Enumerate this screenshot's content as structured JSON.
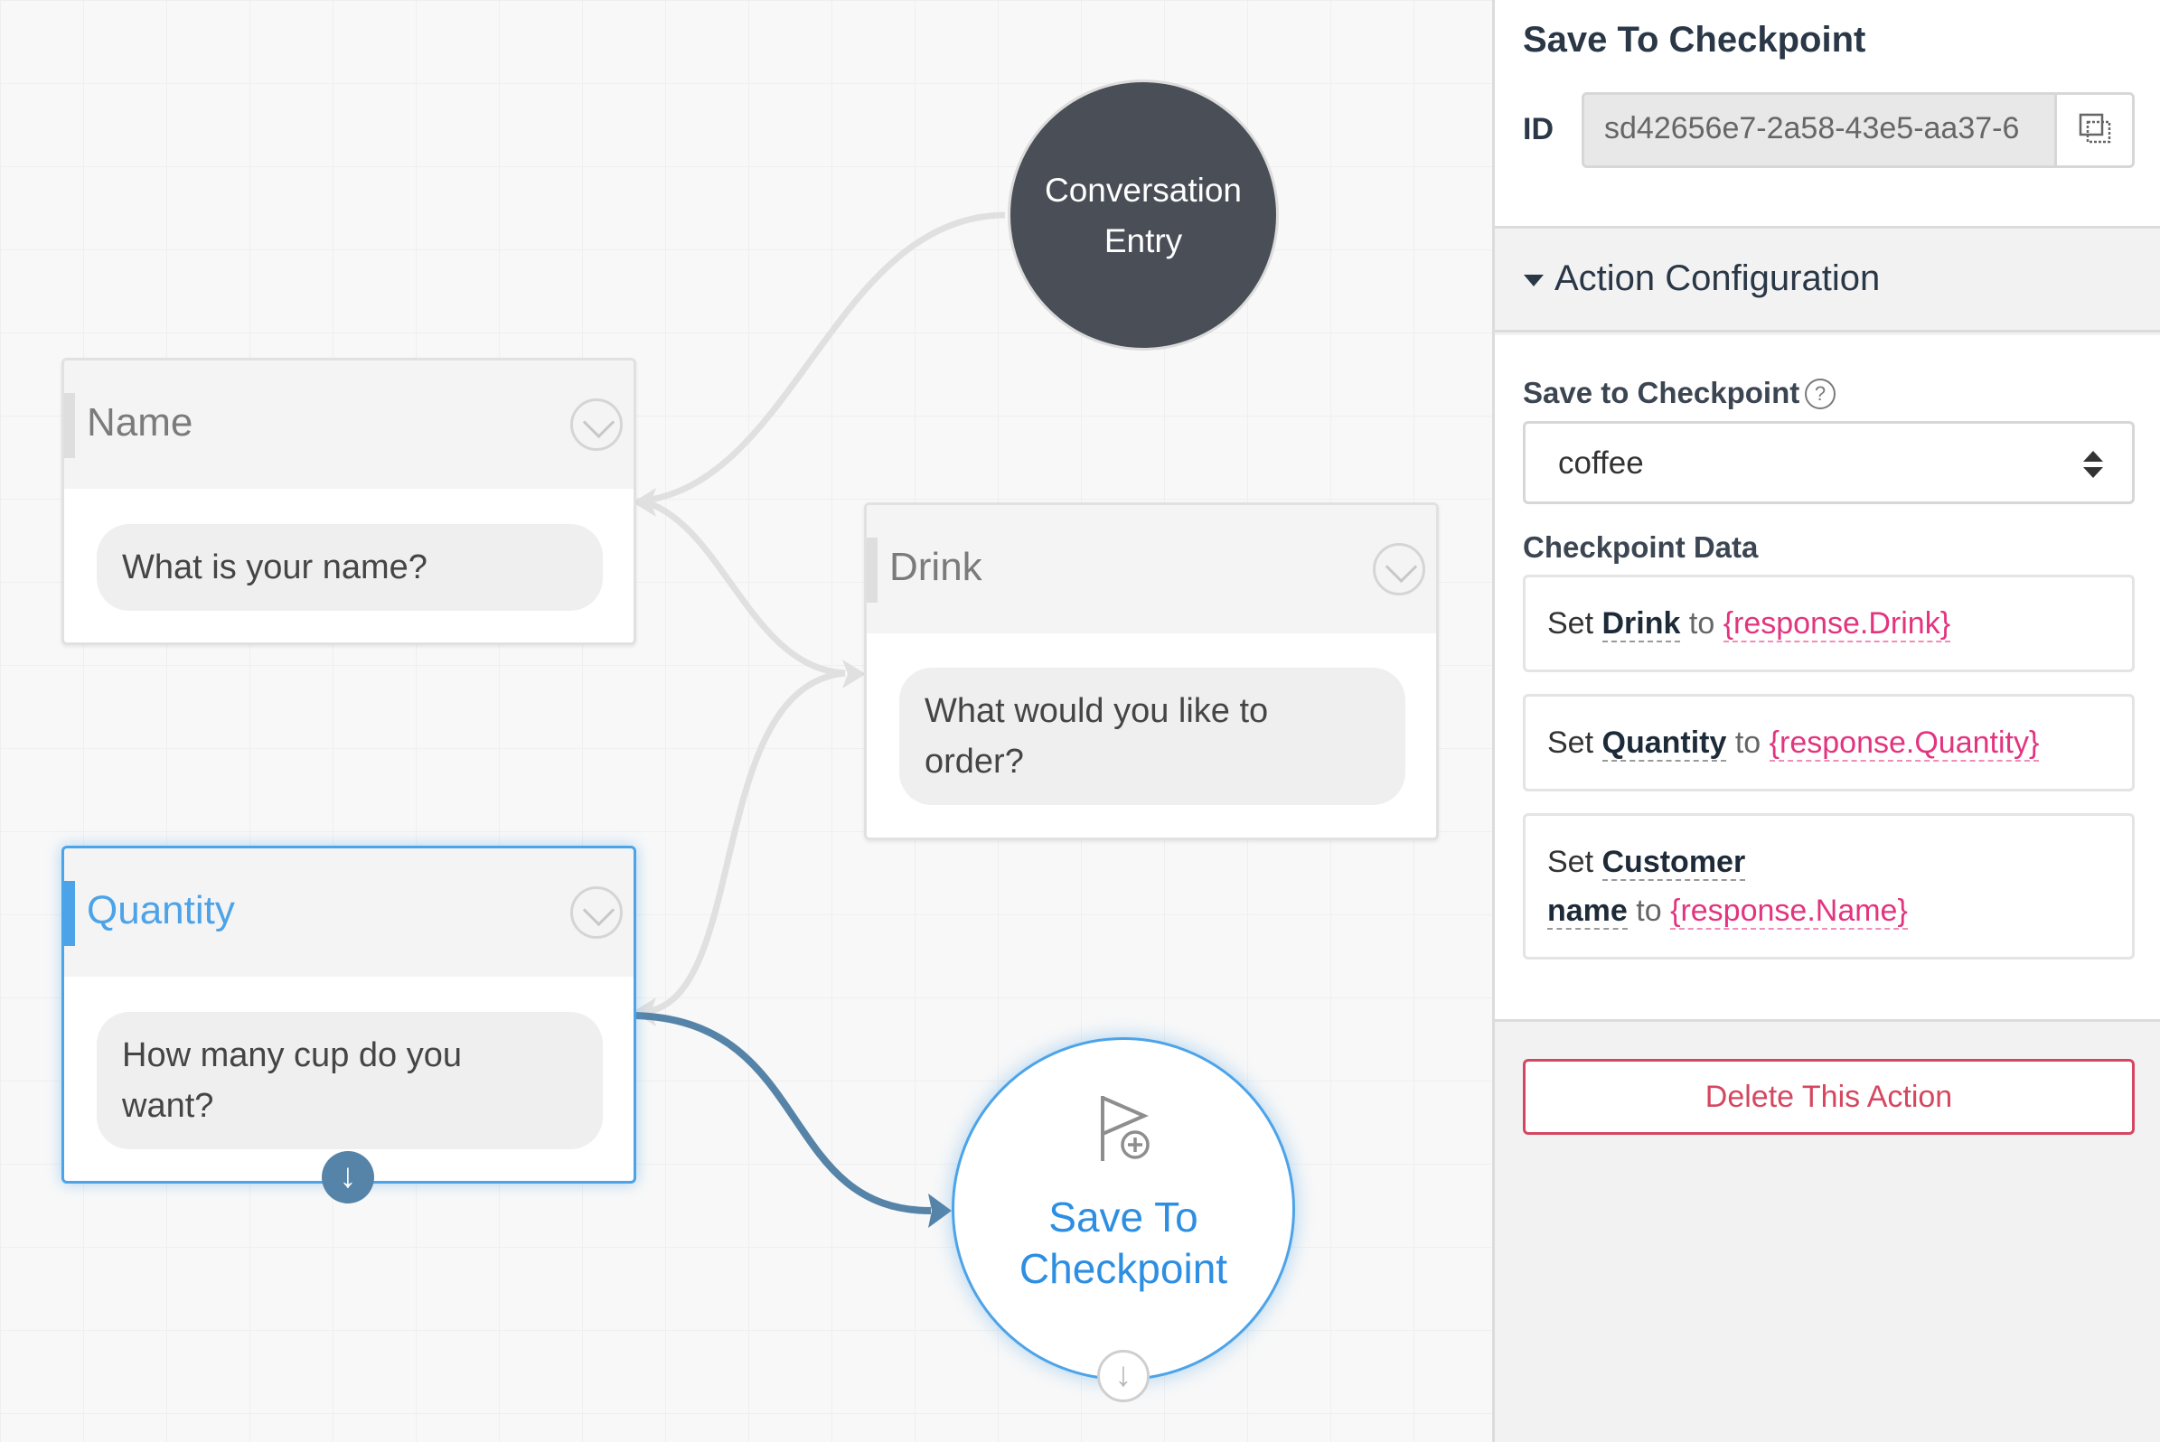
{
  "canvas": {
    "entry_label_line1": "Conversation",
    "entry_label_line2": "Entry",
    "nodes": [
      {
        "title": "Name",
        "prompt": "What is your name?"
      },
      {
        "title": "Drink",
        "prompt_line1": "What would you like to",
        "prompt_line2": "order?"
      },
      {
        "title": "Quantity",
        "prompt_line1": "How many cup do you",
        "prompt_line2": "want?"
      }
    ],
    "action_node": {
      "label_line1": "Save To",
      "label_line2": "Checkpoint"
    },
    "down_arrow": "↓"
  },
  "panel": {
    "title": "Save To Checkpoint",
    "id_label": "ID",
    "id_value": "sd42656e7-2a58-43e5-aa37-6",
    "section_title": "Action Configuration",
    "save_to_checkpoint_label": "Save to Checkpoint",
    "help_symbol": "?",
    "checkpoint_value": "coffee",
    "checkpoint_data_label": "Checkpoint Data",
    "set_word": "Set",
    "to_word": "to",
    "rows": [
      {
        "field": "Drink",
        "value": "{response.Drink}"
      },
      {
        "field": "Quantity",
        "value": "{response.Quantity}"
      },
      {
        "field_line1": "Customer",
        "field_line2": "name",
        "value": "{response.Name}"
      }
    ],
    "delete_label": "Delete This Action"
  },
  "colors": {
    "accent_blue": "#4da3e8",
    "link_blue": "#5684a8",
    "entry_dark": "#4a4f57",
    "token_pink": "#e2347f",
    "delete_red": "#d54760"
  },
  "icons": [
    "chevron-down-icon",
    "flag-plus-icon",
    "copy-icon",
    "help-icon",
    "caret-down-icon",
    "select-arrows-icon",
    "down-arrow-icon"
  ]
}
